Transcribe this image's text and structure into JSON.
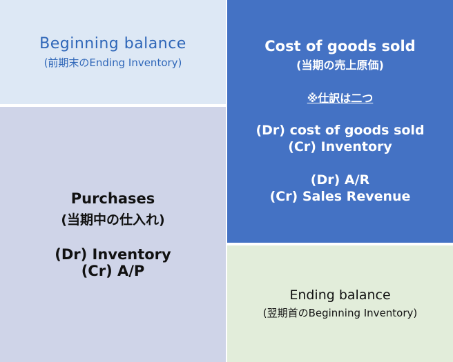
{
  "beginning": {
    "title": "Beginning  balance",
    "subtitle": "(前期末のEnding Inventory)"
  },
  "purchases": {
    "title": "Purchases",
    "subtitle": "(当期中の仕入れ)",
    "entry_dr": "(Dr) Inventory",
    "entry_cr": "(Cr) A/P"
  },
  "cogs": {
    "title": "Cost of goods sold",
    "subtitle": "(当期の売上原価)",
    "note": "※仕訳は二つ",
    "entry1_dr": "(Dr) cost of goods sold",
    "entry1_cr": "(Cr) Inventory",
    "entry2_dr": "(Dr) A/R",
    "entry2_cr": "(Cr) Sales Revenue"
  },
  "ending": {
    "title": "Ending balance",
    "subtitle": "(翌期首のBeginning Inventory)"
  },
  "colors": {
    "beginning_bg": "#dde8f5",
    "purchases_bg": "#cfd4e8",
    "cogs_bg": "#4472c4",
    "ending_bg": "#e2edda",
    "beginning_text": "#2e66b8"
  }
}
